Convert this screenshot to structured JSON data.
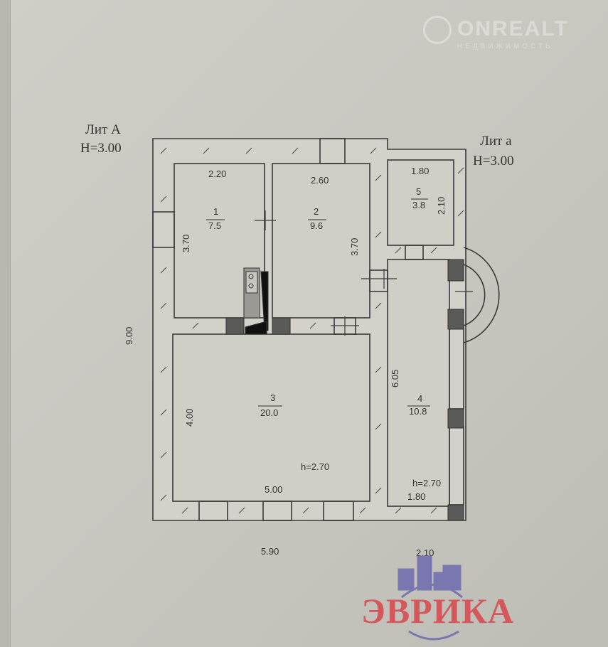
{
  "watermark": {
    "brand": "ONREALT",
    "subtitle": "НЕДВИЖИМОСТЬ"
  },
  "logo": {
    "text": "ЭВРИКА"
  },
  "litera_main": {
    "name": "Лит А",
    "height": "H=3.00"
  },
  "litera_annex": {
    "name": "Лит а",
    "height": "H=3.00"
  },
  "rooms": [
    {
      "number": "1",
      "area": "7.5",
      "width": "2.20",
      "length": "3.70"
    },
    {
      "number": "2",
      "area": "9.6",
      "width": "2.60",
      "length": "3.70"
    },
    {
      "number": "3",
      "area": "20.0",
      "width": "5.00",
      "length": "4.00",
      "ceiling": "h=2.70"
    },
    {
      "number": "4",
      "area": "10.8",
      "width": "1.80",
      "length": "6.05",
      "ceiling": "h=2.70"
    },
    {
      "number": "5",
      "area": "3.8",
      "width": "1.80",
      "length": "2.10"
    }
  ],
  "overall": {
    "depth": "9.00",
    "width_main": "5.90",
    "width_annex": "2.10"
  },
  "colors": {
    "line": "#3a3a3a",
    "paper": "#cfcec7",
    "logo_red": "#d4575c",
    "logo_blue": "#7a76b0"
  }
}
